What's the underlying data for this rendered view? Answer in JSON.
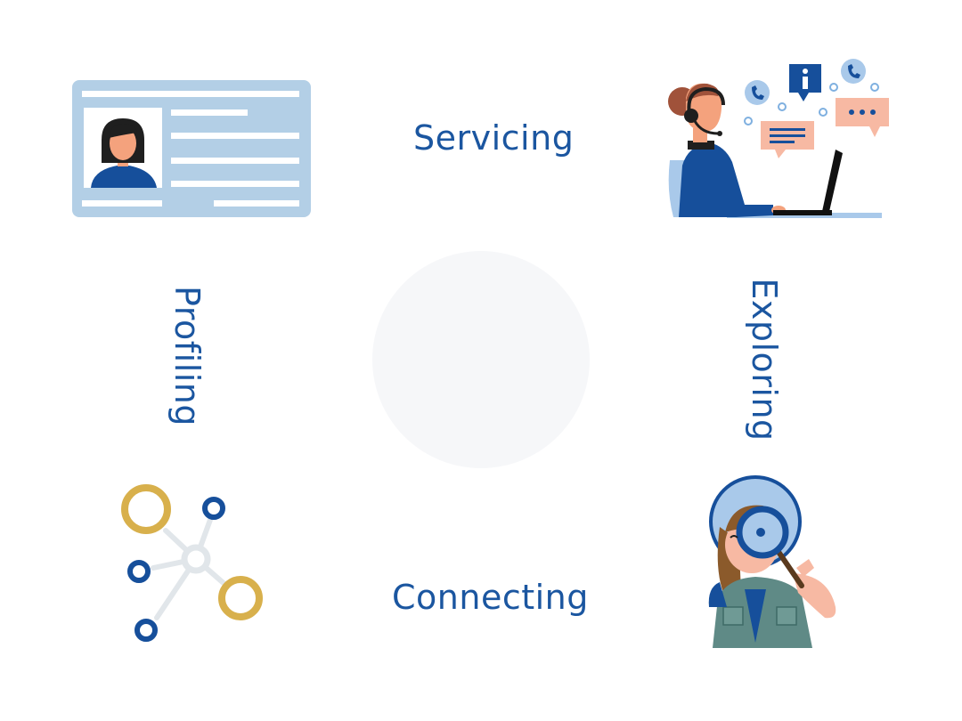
{
  "labels": {
    "servicing": "Servicing",
    "profiling": "Profiling",
    "exploring": "Exploring",
    "connecting": "Connecting"
  },
  "colors": {
    "label": "#1b56a0",
    "navy": "#164f9b",
    "card_blue": "#b3cfe6",
    "peach": "#f7b9a3",
    "gold": "#d8b04c",
    "center_circle": "#f6f7f9"
  },
  "icons": {
    "top_left": "id-card-icon",
    "top_right": "support-agent-icon",
    "bottom_left": "network-nodes-icon",
    "bottom_right": "explorer-magnifier-icon"
  }
}
